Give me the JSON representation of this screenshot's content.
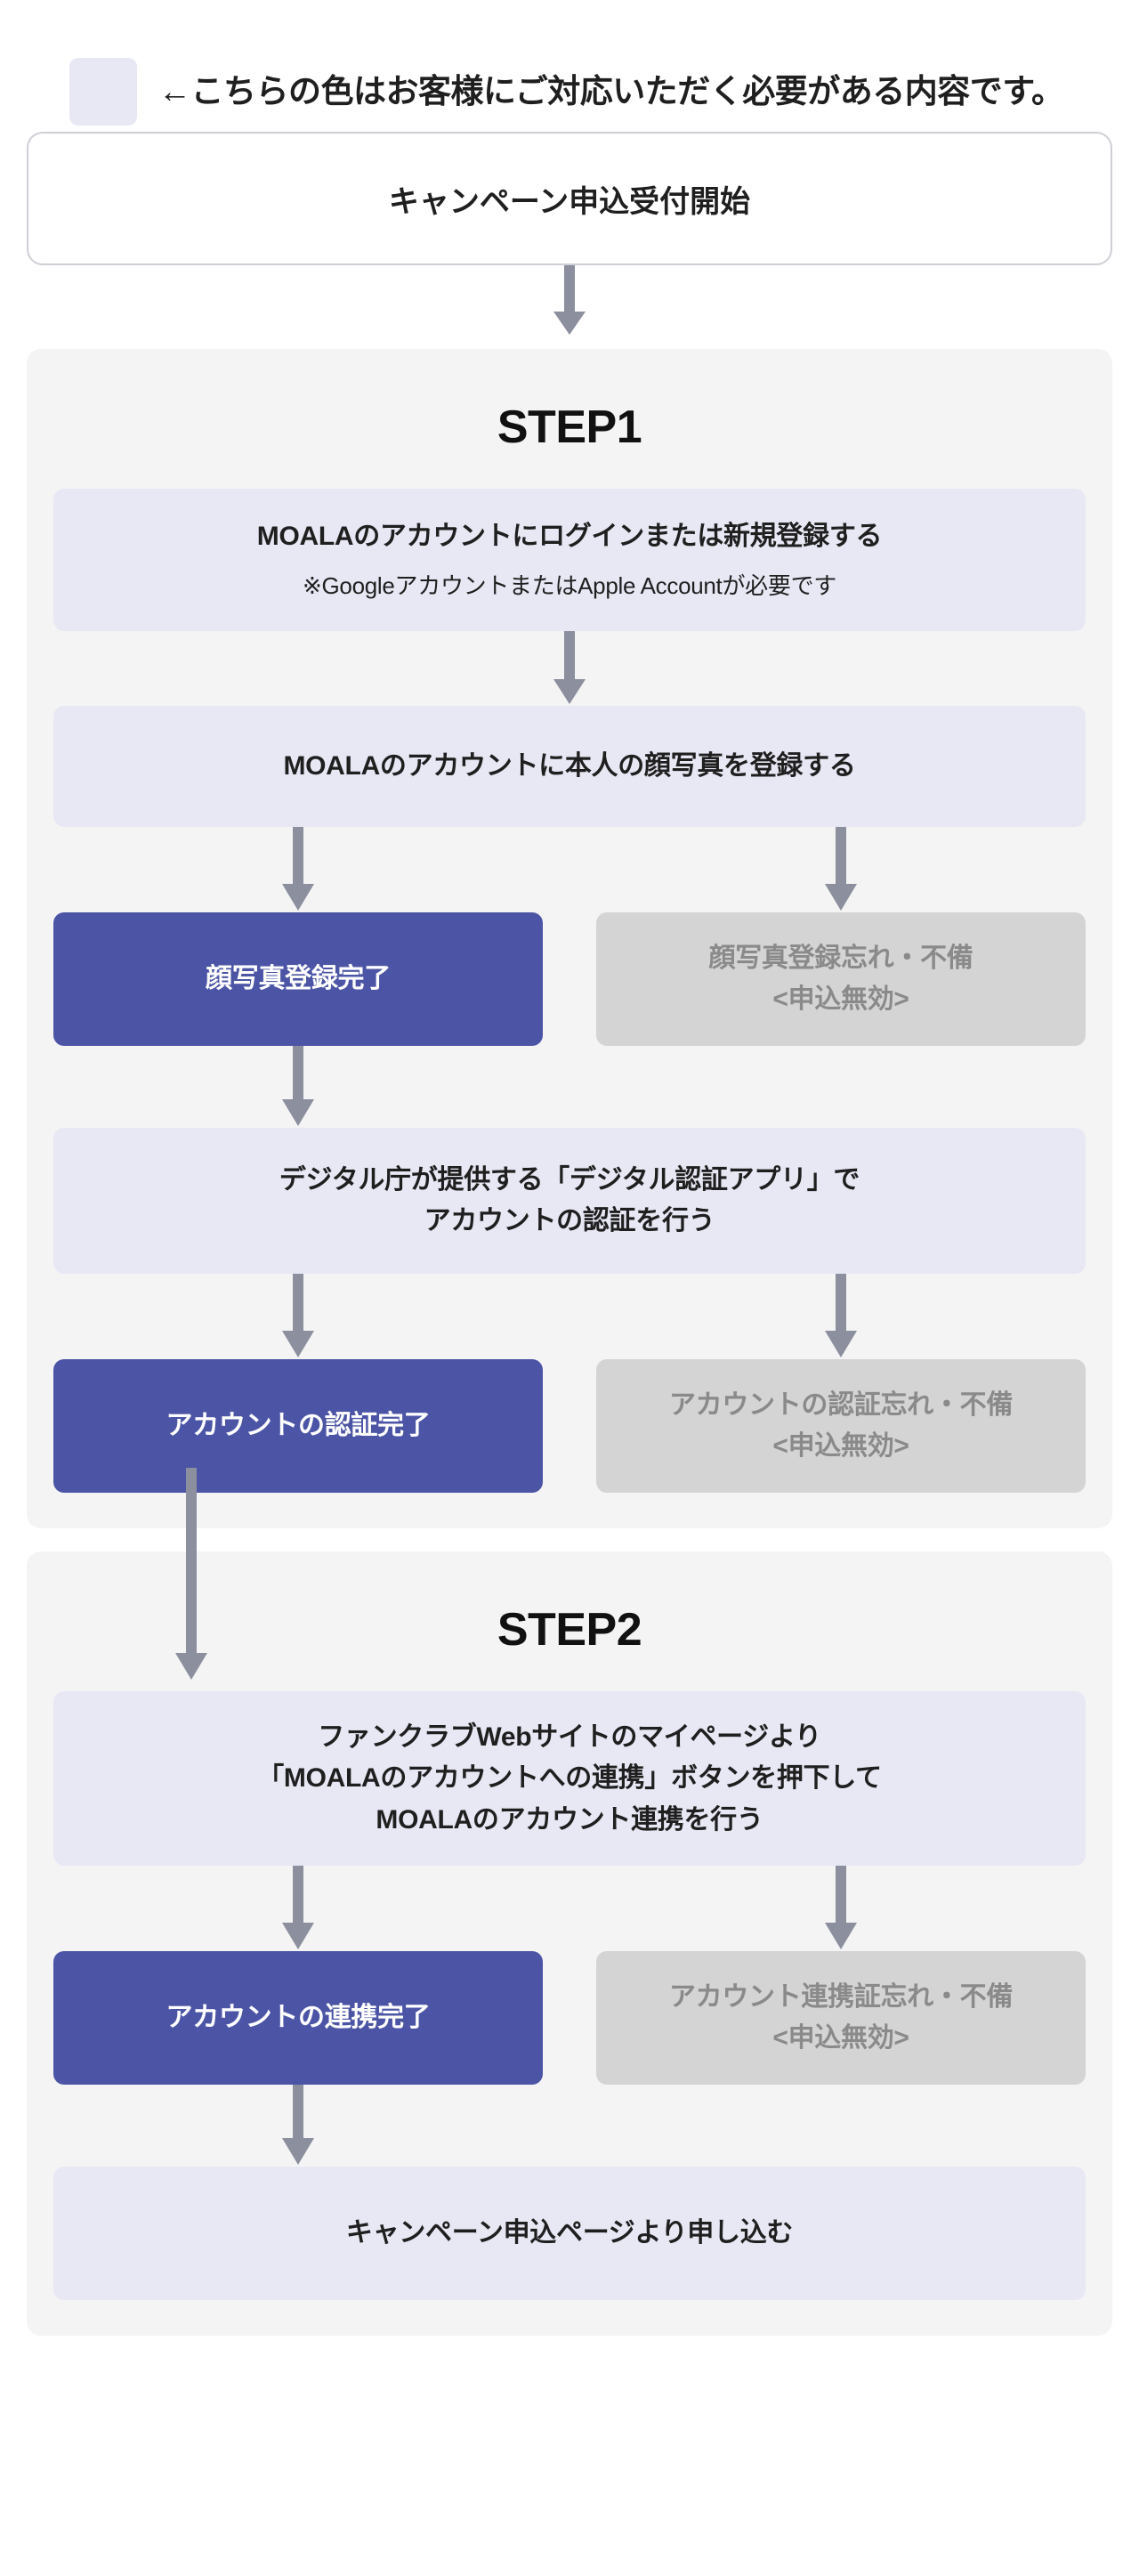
{
  "legend": {
    "swatch_color": "#e8e8f5",
    "text": "←こちらの色はお客様にご対応いただく必要がある内容です。"
  },
  "colors": {
    "customer_action": "#e8e8f5",
    "completed": "#4c55a5",
    "invalid": "#d4d4d4",
    "arrow": "#8b8f9e",
    "step_panel": "#f4f4f4"
  },
  "start": {
    "label": "キャンペーン申込受付開始"
  },
  "step1": {
    "title": "STEP1",
    "login_box": {
      "line1": "MOALAのアカウントにログインまたは新規登録する",
      "note": "※GoogleアカウントまたはApple Accountが必要です"
    },
    "photo_box": {
      "line1": "MOALAのアカウントに本人の顔写真を登録する"
    },
    "photo_done": {
      "label": "顔写真登録完了"
    },
    "photo_fail": {
      "line1": "顔写真登録忘れ・不備",
      "line2": "<申込無効>"
    },
    "auth_box": {
      "line1": "デジタル庁が提供する「デジタル認証アプリ」で",
      "line2": "アカウントの認証を行う"
    },
    "auth_done": {
      "label": "アカウントの認証完了"
    },
    "auth_fail": {
      "line1": "アカウントの認証忘れ・不備",
      "line2": "<申込無効>"
    }
  },
  "step2": {
    "title": "STEP2",
    "link_box": {
      "line1": "ファンクラブWebサイトのマイページより",
      "line2": "「MOALAのアカウントへの連携」ボタンを押下して",
      "line3": "MOALAのアカウント連携を行う"
    },
    "link_done": {
      "label": "アカウントの連携完了"
    },
    "link_fail": {
      "line1": "アカウント連携証忘れ・不備",
      "line2": "<申込無効>"
    },
    "apply_box": {
      "label": "キャンペーン申込ページより申し込む"
    }
  }
}
